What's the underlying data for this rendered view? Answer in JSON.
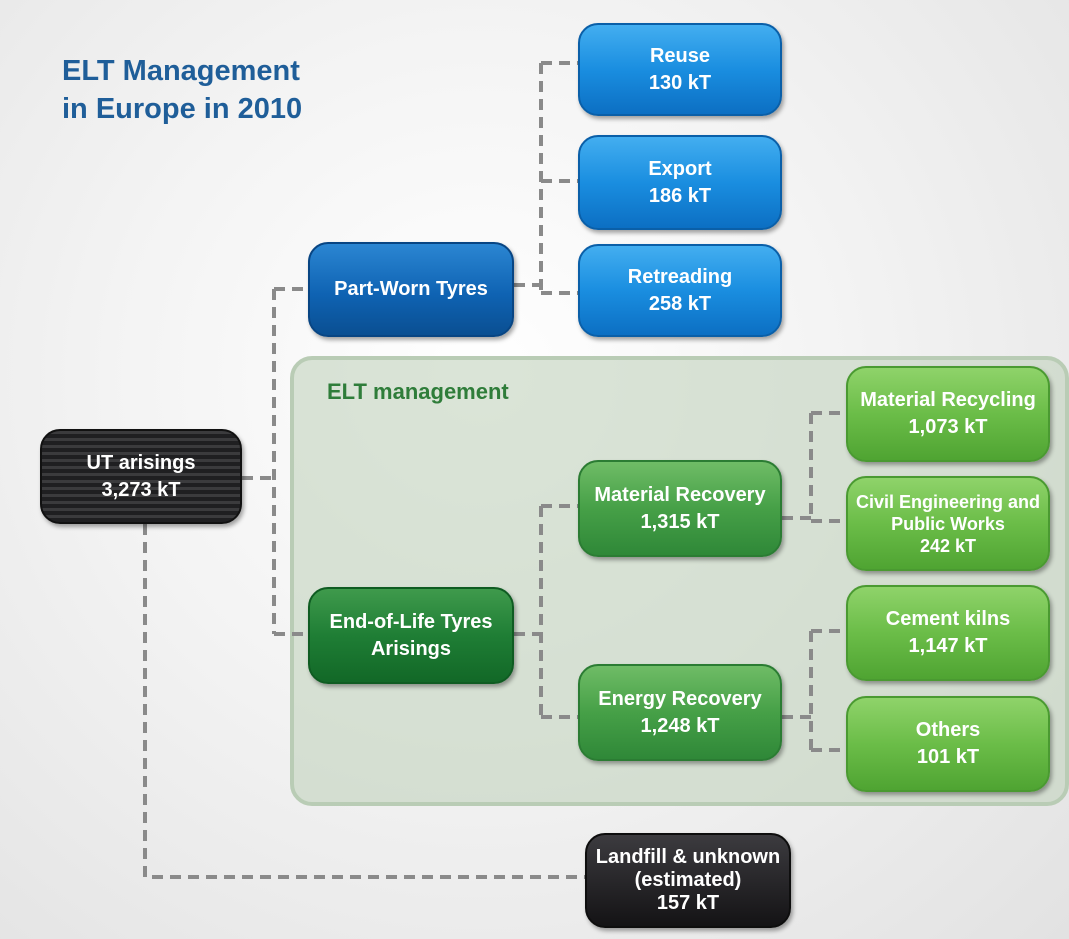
{
  "title": {
    "line1": "ELT Management",
    "line2": "in Europe in 2010"
  },
  "panel": {
    "label": "ELT management"
  },
  "nodes": {
    "ut_arisings": {
      "label": "UT arisings",
      "value": "3,273 kT"
    },
    "part_worn": {
      "label": "Part-Worn Tyres"
    },
    "reuse": {
      "label": "Reuse",
      "value": "130 kT"
    },
    "export": {
      "label": "Export",
      "value": "186 kT"
    },
    "retreading": {
      "label": "Retreading",
      "value": "258 kT"
    },
    "elt_arisings": {
      "label_line1": "End-of-Life Tyres",
      "label_line2": "Arisings"
    },
    "material_recovery": {
      "label": "Material Recovery",
      "value": "1,315 kT"
    },
    "energy_recovery": {
      "label": "Energy Recovery",
      "value": "1,248 kT"
    },
    "material_recycling": {
      "label": "Material Recycling",
      "value": "1,073 kT"
    },
    "civil_engineering": {
      "label_line1": "Civil Engineering and",
      "label_line2": "Public Works",
      "value": "242 kT"
    },
    "cement_kilns": {
      "label": "Cement kilns",
      "value": "1,147 kT"
    },
    "others": {
      "label": "Others",
      "value": "101 kT"
    },
    "landfill": {
      "label_line1": "Landfill & unknown",
      "label_line2": "(estimated)",
      "value": "157 kT"
    }
  },
  "colors": {
    "title": "#1f5e99",
    "panel_label": "#2f7d3a",
    "reuse_export_retreading": "#1a8ee0",
    "part_worn": "#0f63b3",
    "elt_arisings": "#1f7e35",
    "recovery": "#46a047",
    "end_uses": "#6bbd48",
    "ut_landfill": "#262528",
    "connector": "#8a8a8a"
  }
}
